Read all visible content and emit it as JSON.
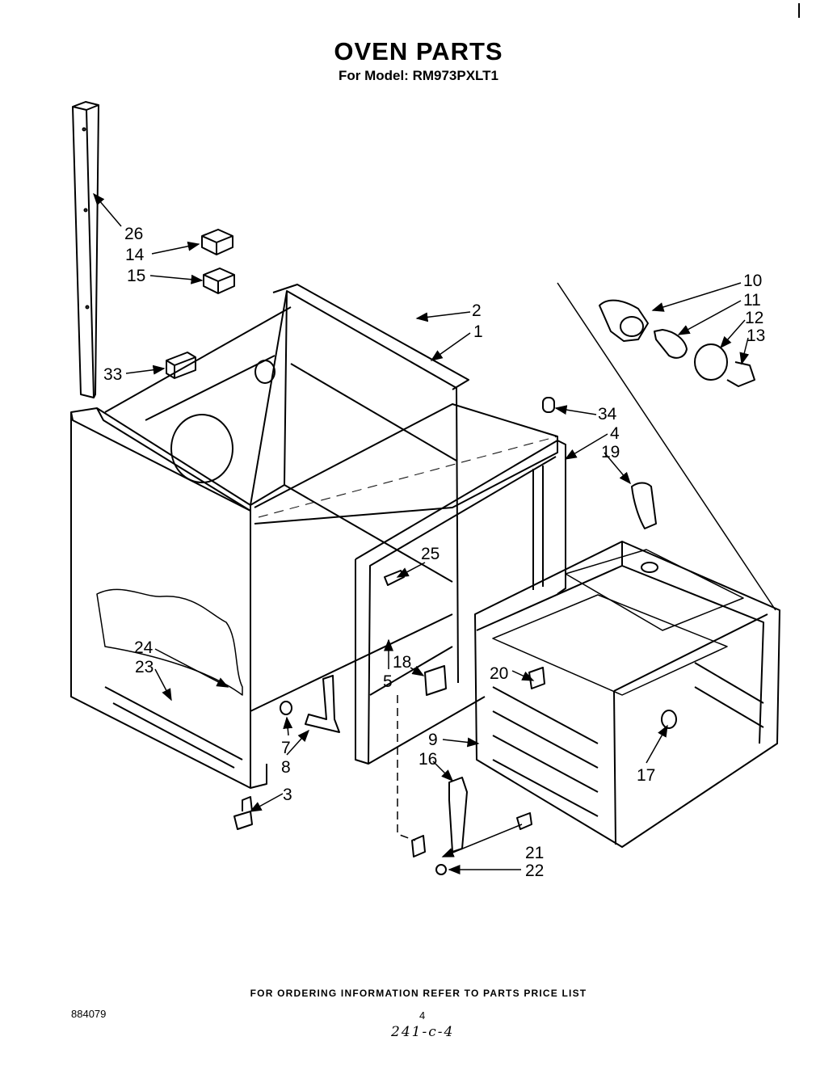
{
  "header": {
    "title": "OVEN PARTS",
    "model_line": "For Model: RM973PXLT1"
  },
  "callouts": [
    "26",
    "14",
    "15",
    "33",
    "2",
    "1",
    "34",
    "4",
    "19",
    "10",
    "11",
    "12",
    "13",
    "25",
    "24",
    "23",
    "18",
    "5",
    "20",
    "7",
    "8",
    "3",
    "9",
    "16",
    "17",
    "21",
    "22"
  ],
  "footer": {
    "ordering_note": "FOR ORDERING INFORMATION REFER TO PARTS PRICE LIST",
    "document_number": "884079",
    "page_number": "4",
    "handwritten_note": "241-c-4"
  }
}
